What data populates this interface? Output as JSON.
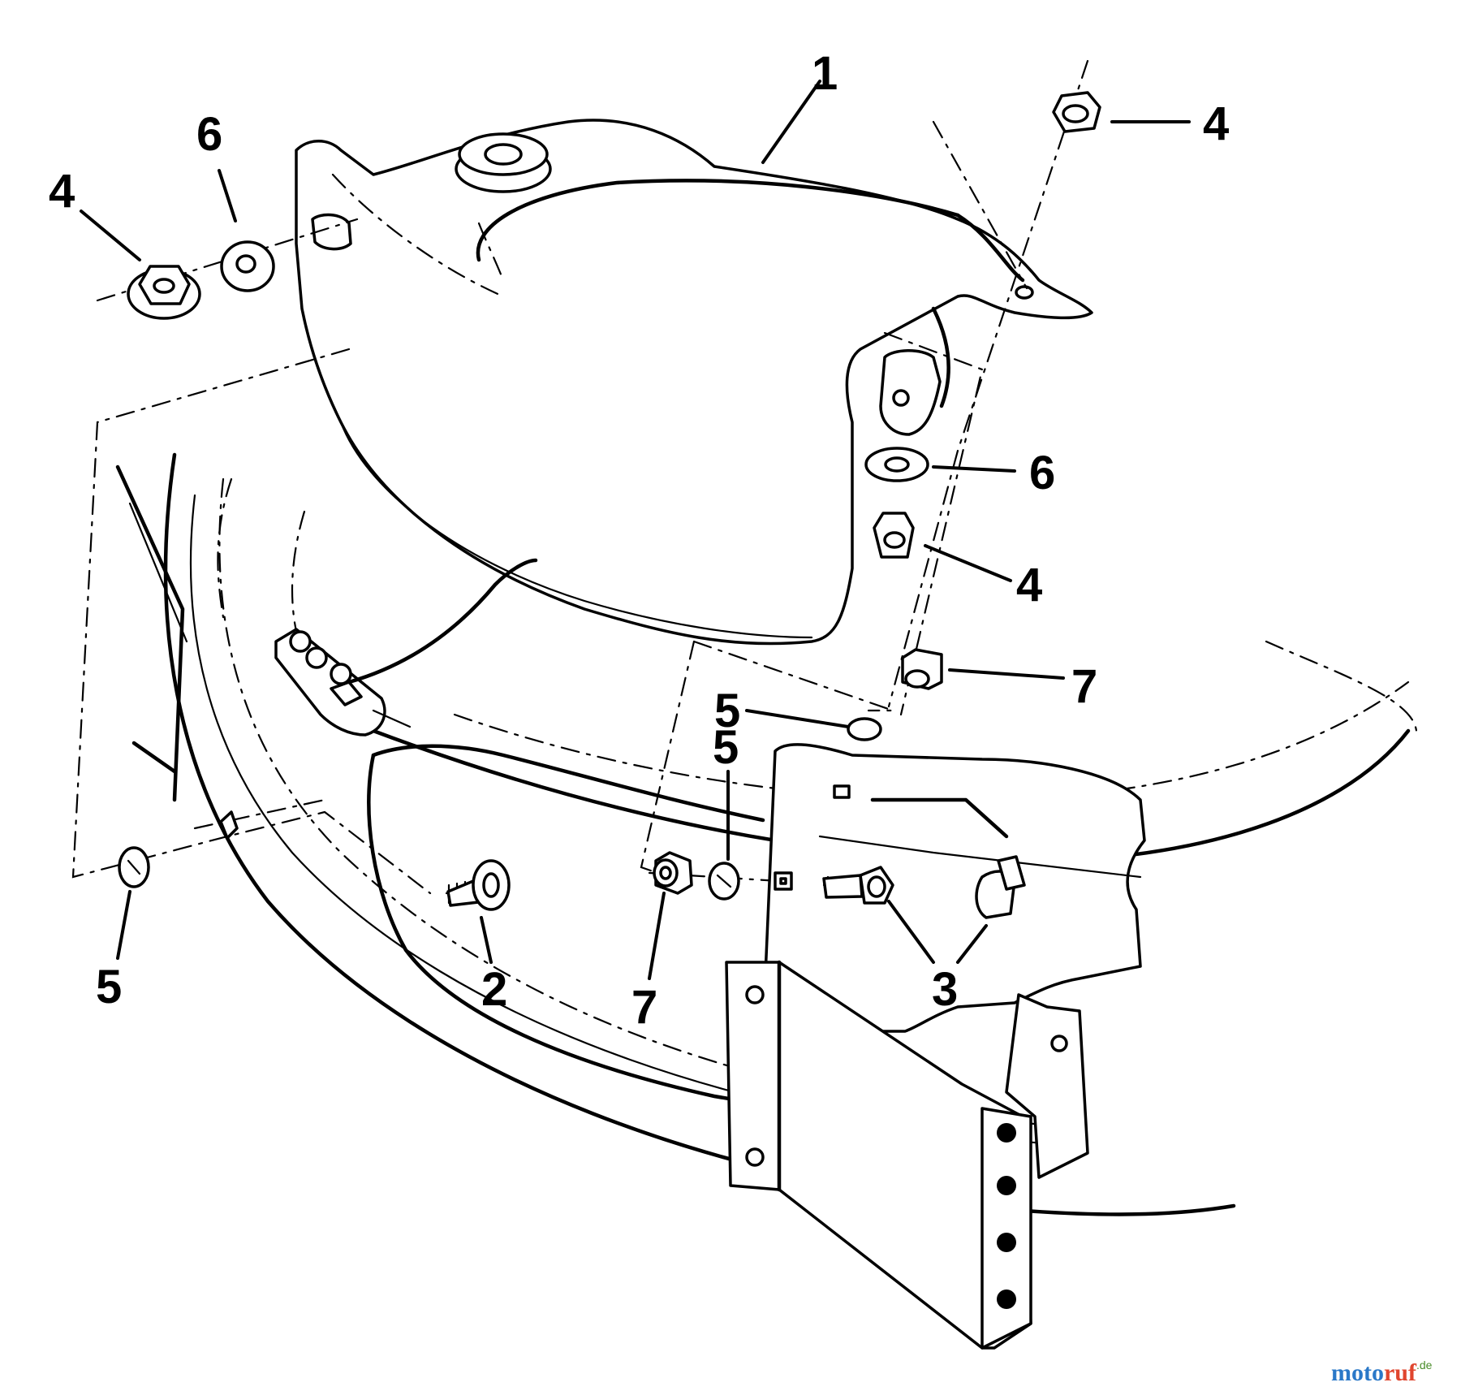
{
  "callouts": [
    {
      "id": "c1",
      "label": "1"
    },
    {
      "id": "c6a",
      "label": "6"
    },
    {
      "id": "c4a",
      "label": "4"
    },
    {
      "id": "c4b",
      "label": "4"
    },
    {
      "id": "c6b",
      "label": "6"
    },
    {
      "id": "c4c",
      "label": "4"
    },
    {
      "id": "c7a",
      "label": "7"
    },
    {
      "id": "c5a",
      "label": "5"
    },
    {
      "id": "c5b",
      "label": "5"
    },
    {
      "id": "c5c",
      "label": "5"
    },
    {
      "id": "c2",
      "label": "2"
    },
    {
      "id": "c7b",
      "label": "7"
    },
    {
      "id": "c3",
      "label": "3"
    }
  ],
  "watermark": {
    "part1": "moto",
    "part2": "ruf",
    "suffix": ".de"
  }
}
